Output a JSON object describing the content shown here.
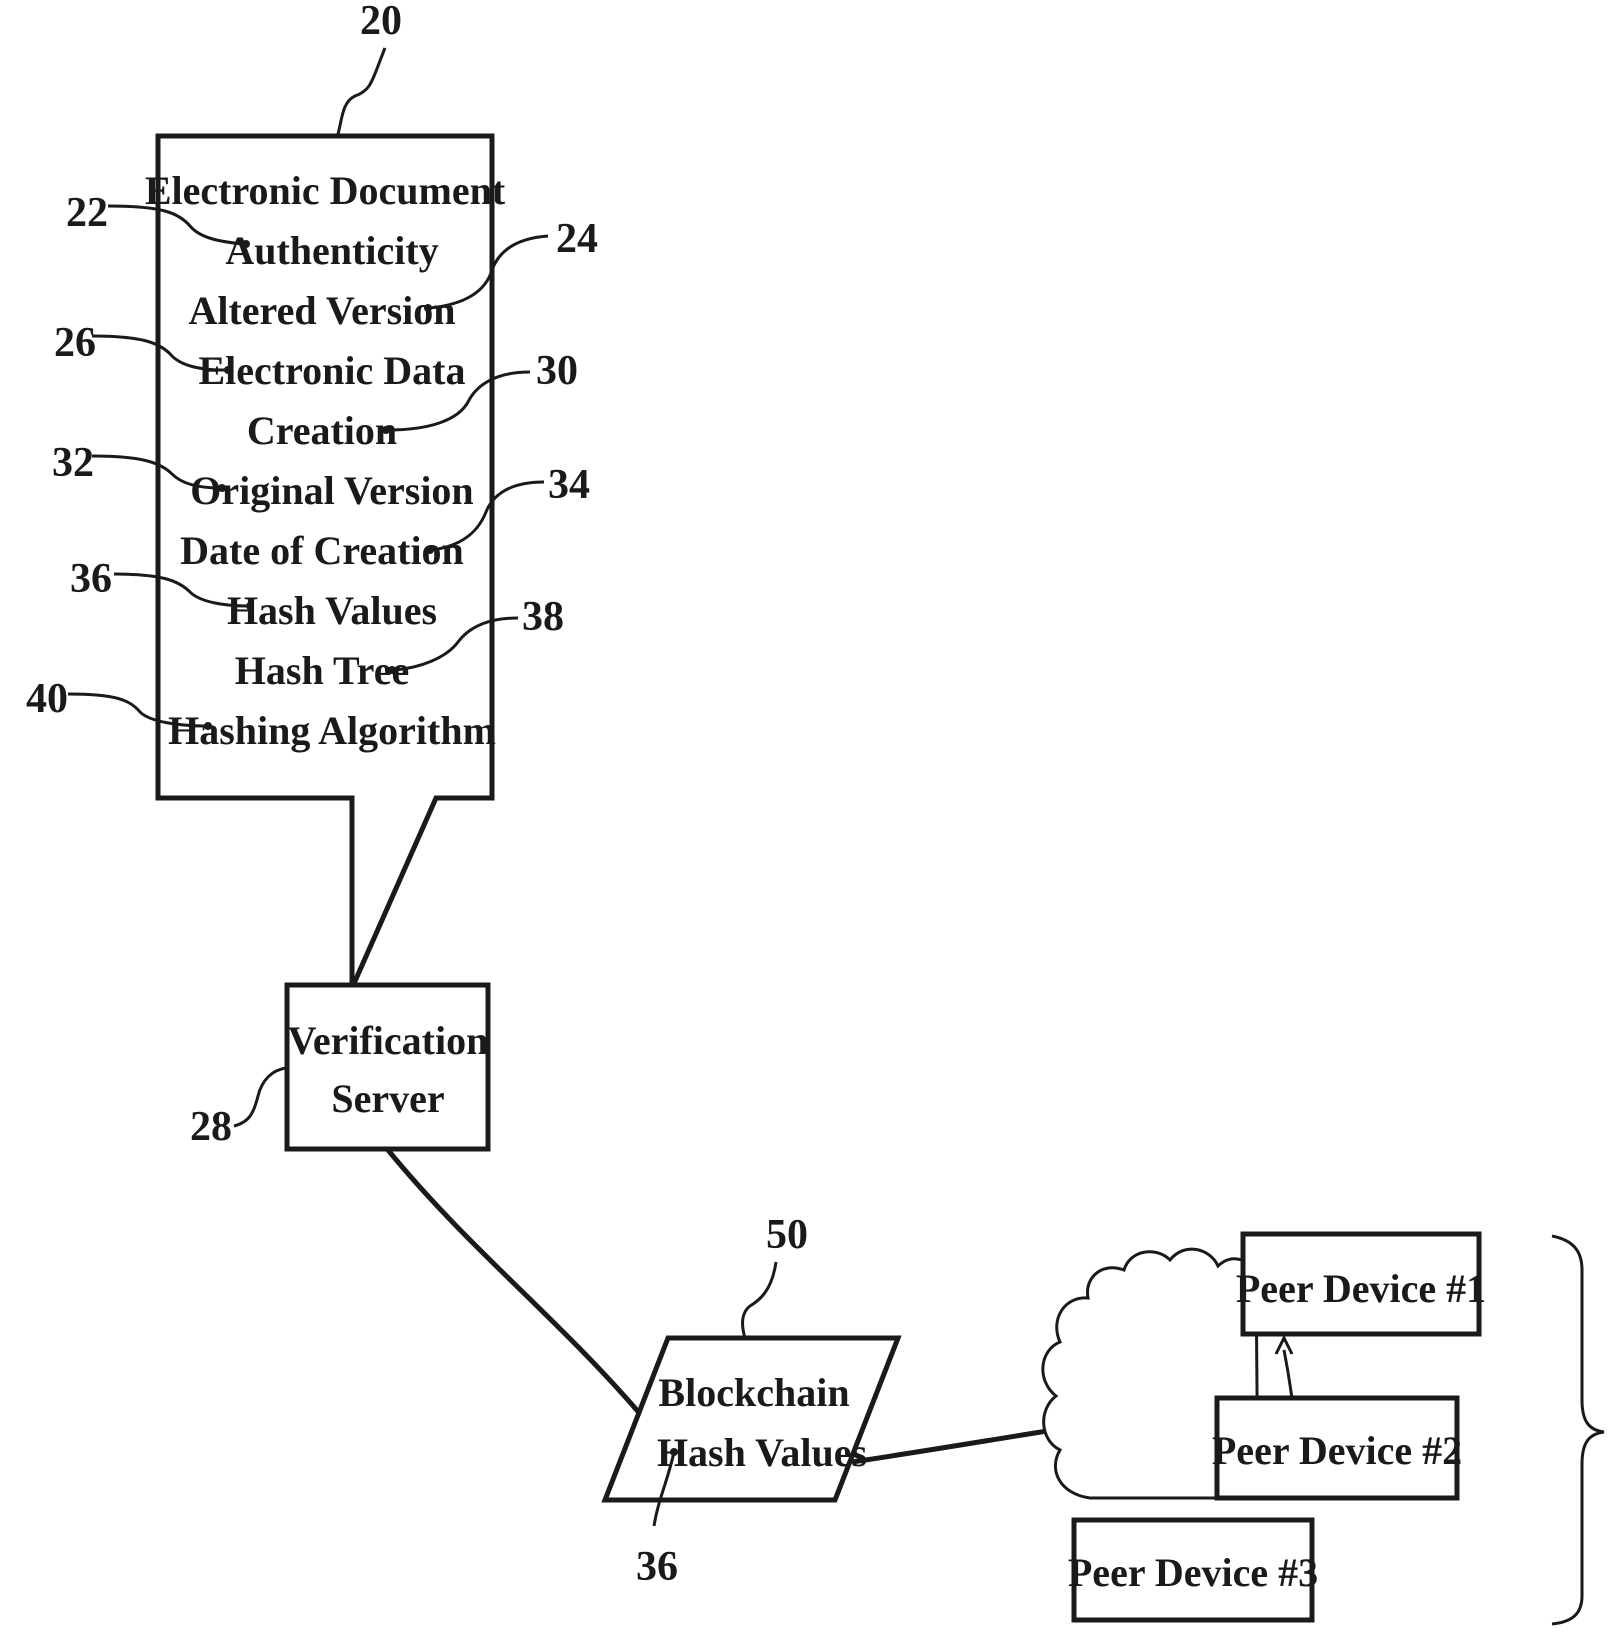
{
  "document_box": {
    "ref": "20",
    "items": [
      {
        "text": "Electronic Document",
        "ref": ""
      },
      {
        "text": "Authenticity",
        "ref": "22"
      },
      {
        "text": "Altered Version",
        "ref": "24"
      },
      {
        "text": "Electronic Data",
        "ref": "26"
      },
      {
        "text": "Creation",
        "ref": "30"
      },
      {
        "text": "Original Version",
        "ref": "32"
      },
      {
        "text": "Date of Creation",
        "ref": "34"
      },
      {
        "text": "Hash Values",
        "ref": "36"
      },
      {
        "text": "Hash Tree",
        "ref": "38"
      },
      {
        "text": "Hashing Algorithm",
        "ref": "40"
      }
    ]
  },
  "verification_server": {
    "line1": "Verification",
    "line2": "Server",
    "ref": "28"
  },
  "blockchain": {
    "line1": "Blockchain",
    "line2": "Hash Values",
    "ref": "50",
    "hash_ref": "36"
  },
  "peers": [
    {
      "label": "Peer Device #1"
    },
    {
      "label": "Peer Device #2"
    },
    {
      "label": "Peer Device #3"
    }
  ]
}
